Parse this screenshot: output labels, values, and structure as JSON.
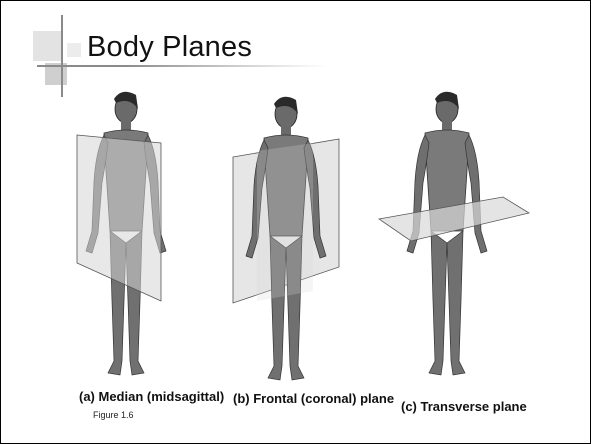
{
  "slide": {
    "title": "Body Planes",
    "figure_ref": "Figure 1.6",
    "captions": [
      {
        "letter": "(a)",
        "text": " Median (midsagittal)"
      },
      {
        "letter": "(b)",
        "text": " Frontal (coronal) plane"
      },
      {
        "letter": "(c)",
        "text": " Transverse plane"
      }
    ]
  }
}
